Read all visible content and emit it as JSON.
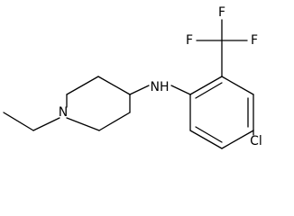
{
  "molecule": {
    "atoms": {
      "nh": "NH",
      "n_ring": "N",
      "cl": "Cl",
      "f_left": "F",
      "f_top": "F",
      "f_right": "F"
    }
  }
}
